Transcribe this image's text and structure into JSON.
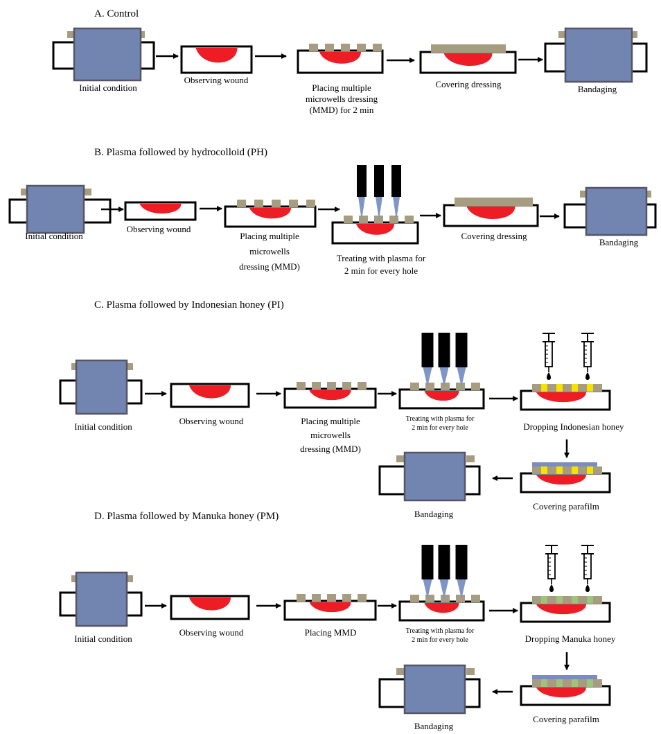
{
  "colors": {
    "pad": "#7185b0",
    "pad_border": "#555566",
    "wound": "#ee1c24",
    "tape": "#a69c7f",
    "needle": "#7f95c6",
    "honey_indonesian": "#f5e200",
    "honey_manuka": "#9cc47a",
    "parafilm": "#7a8cc2",
    "outline": "#000000"
  },
  "panels": {
    "a": {
      "title": "A.  Control",
      "captions": {
        "initial": "Initial condition",
        "observe": "Observing wound",
        "mmd": [
          "Placing multiple",
          "microwells dressing",
          "(MMD) for 2 min"
        ],
        "cover": "Covering dressing",
        "bandage": "Bandaging"
      }
    },
    "b": {
      "title": "B.  Plasma followed by hydrocolloid (PH)",
      "captions": {
        "initial": "Initial condition",
        "observe": "Observing wound",
        "mmd": [
          "Placing multiple",
          "microwells",
          "dressing (MMD)"
        ],
        "plasma": [
          "Treating with plasma for",
          "2 min for every hole"
        ],
        "cover": "Covering dressing",
        "bandage": "Bandaging"
      }
    },
    "c": {
      "title": "C.  Plasma followed by Indonesian honey (PI)",
      "captions": {
        "initial": "Initial condition",
        "observe": "Observing wound",
        "mmd": [
          "Placing multiple",
          "microwells",
          "dressing (MMD)"
        ],
        "plasma": [
          "Treating with plasma for",
          "2 min for every hole"
        ],
        "honey": "Dropping Indonesian honey",
        "parafilm": "Covering parafilm",
        "bandage": "Bandaging"
      }
    },
    "d": {
      "title": "D.  Plasma followed by Manuka honey (PM)",
      "captions": {
        "initial": "Initial condition",
        "observe": "Observing wound",
        "mmd": "Placing MMD",
        "plasma": [
          "Treating with plasma for",
          "2 min for every hole"
        ],
        "honey": "Dropping Manuka honey",
        "parafilm": "Covering parafilm",
        "bandage": "Bandaging"
      }
    }
  }
}
